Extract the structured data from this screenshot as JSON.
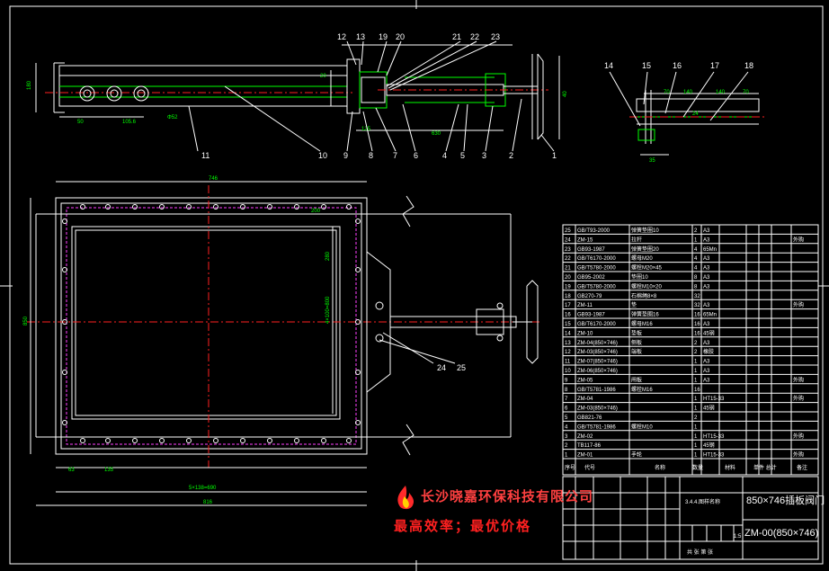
{
  "balloons_top": [
    "12",
    "13",
    "19",
    "20",
    "21",
    "22",
    "23"
  ],
  "balloons_bottom": [
    "11",
    "10",
    "9",
    "8",
    "7",
    "6",
    "4",
    "5",
    "3",
    "2",
    "1"
  ],
  "balloons_detail": [
    "14",
    "15",
    "16",
    "17",
    "18"
  ],
  "balloons_plan": [
    "24",
    "25"
  ],
  "dimensions": {
    "d_105_6": "105.6",
    "d_50": "50",
    "d_phi52": "Φ52",
    "d_180": "180",
    "d_125": "125",
    "d_630": "630",
    "d_20": "20",
    "d_40": "40",
    "d_70a": "70",
    "d_140a": "140",
    "d_140b": "140",
    "d_70b": "70",
    "d_24": "24",
    "d_35": "35",
    "d_746": "746",
    "d_850": "850",
    "d_200": "200",
    "d_280": "280",
    "d_4x100_800": "4×100=800",
    "d_63": "63",
    "d_135": "135",
    "d_5x138_690": "5×138=690",
    "d_816": "816"
  },
  "bom": {
    "rows": [
      {
        "no": "25",
        "code": "GB/T93-2000",
        "name": "弹簧垫圈10",
        "qty": "2",
        "mat": "A3",
        "note": ""
      },
      {
        "no": "24",
        "code": "ZM-15",
        "name": "拉杆",
        "qty": "1",
        "mat": "A3",
        "note": "外购"
      },
      {
        "no": "23",
        "code": "GB93-1987",
        "name": "弹簧垫圈20",
        "qty": "4",
        "mat": "65Mn",
        "note": ""
      },
      {
        "no": "22",
        "code": "GB/T6170-2000",
        "name": "螺母M20",
        "qty": "4",
        "mat": "A3",
        "note": ""
      },
      {
        "no": "21",
        "code": "GB/T5780-2000",
        "name": "螺栓M20×45",
        "qty": "4",
        "mat": "A3",
        "note": ""
      },
      {
        "no": "20",
        "code": "GB95-2002",
        "name": "垫圈10",
        "qty": "8",
        "mat": "A3",
        "note": ""
      },
      {
        "no": "19",
        "code": "GB/T5780-2000",
        "name": "螺栓M10×20",
        "qty": "8",
        "mat": "A3",
        "note": ""
      },
      {
        "no": "18",
        "code": "GB270-79",
        "name": "石棉绳8×8",
        "qty": "32",
        "mat": "",
        "note": ""
      },
      {
        "no": "17",
        "code": "ZM-11",
        "name": "垫",
        "qty": "32",
        "mat": "A3",
        "note": "外购"
      },
      {
        "no": "16",
        "code": "GB93-1987",
        "name": "弹簧垫圈16",
        "qty": "16",
        "mat": "65Mn",
        "note": ""
      },
      {
        "no": "15",
        "code": "GB/T6170-2000",
        "name": "螺母M16",
        "qty": "16",
        "mat": "A3",
        "note": ""
      },
      {
        "no": "14",
        "code": "ZM-10",
        "name": "垫板",
        "qty": "16",
        "mat": "45钢",
        "note": ""
      },
      {
        "no": "13",
        "code": "ZM-04(850×746)",
        "name": "侧板",
        "qty": "2",
        "mat": "A3",
        "note": ""
      },
      {
        "no": "12",
        "code": "ZM-03(850×746)",
        "name": "端板",
        "qty": "2",
        "mat": "橡胶",
        "note": ""
      },
      {
        "no": "11",
        "code": "ZM-07(850×746)",
        "name": "",
        "qty": "1",
        "mat": "A3",
        "note": ""
      },
      {
        "no": "10",
        "code": "ZM-06(850×746)",
        "name": "",
        "qty": "1",
        "mat": "A3",
        "note": ""
      },
      {
        "no": "9",
        "code": "ZM-05",
        "name": "闸板",
        "qty": "1",
        "mat": "A3",
        "note": "外购"
      },
      {
        "no": "8",
        "code": "GB/T5781-1986",
        "name": "螺栓M16",
        "qty": "16",
        "mat": "",
        "note": ""
      },
      {
        "no": "7",
        "code": "ZM-04",
        "name": "",
        "qty": "1",
        "mat": "HT15-33",
        "note": "外购"
      },
      {
        "no": "6",
        "code": "ZM-03(850×746)",
        "name": "",
        "qty": "1",
        "mat": "45钢",
        "note": ""
      },
      {
        "no": "5",
        "code": "GB821-76",
        "name": "",
        "qty": "2",
        "mat": "",
        "note": ""
      },
      {
        "no": "4",
        "code": "GB/T5781-1986",
        "name": "螺栓M10",
        "qty": "1",
        "mat": "",
        "note": ""
      },
      {
        "no": "3",
        "code": "ZM-02",
        "name": "",
        "qty": "1",
        "mat": "HT15-33",
        "note": "外购"
      },
      {
        "no": "2",
        "code": "TB117-86",
        "name": "",
        "qty": "1",
        "mat": "45钢",
        "note": ""
      },
      {
        "no": "1",
        "code": "ZM-01",
        "name": "手轮",
        "qty": "1",
        "mat": "HT15-33",
        "note": "外购"
      }
    ],
    "header": {
      "no": "序号",
      "code": "代号",
      "name": "名称",
      "qty": "数量",
      "mat": "材料",
      "weight": "单件 总计",
      "note": "备注"
    }
  },
  "title_block": {
    "company_label": "3.4.4.图样名称",
    "product": "850×746插板阀门",
    "drawing_no": "ZM-00(850×746)",
    "scale": "1:5",
    "sheet_info": "共 张 第 张"
  },
  "company": {
    "name": "长沙晓嘉环保科技有限公司",
    "slogan": "最高效率；最优价格"
  },
  "colors": {
    "outline": "#ffffff",
    "part": "#00ff00",
    "center": "#ff2020",
    "hidden": "#ff40ff",
    "text": "#ffff00",
    "brand": "#ff2020"
  }
}
